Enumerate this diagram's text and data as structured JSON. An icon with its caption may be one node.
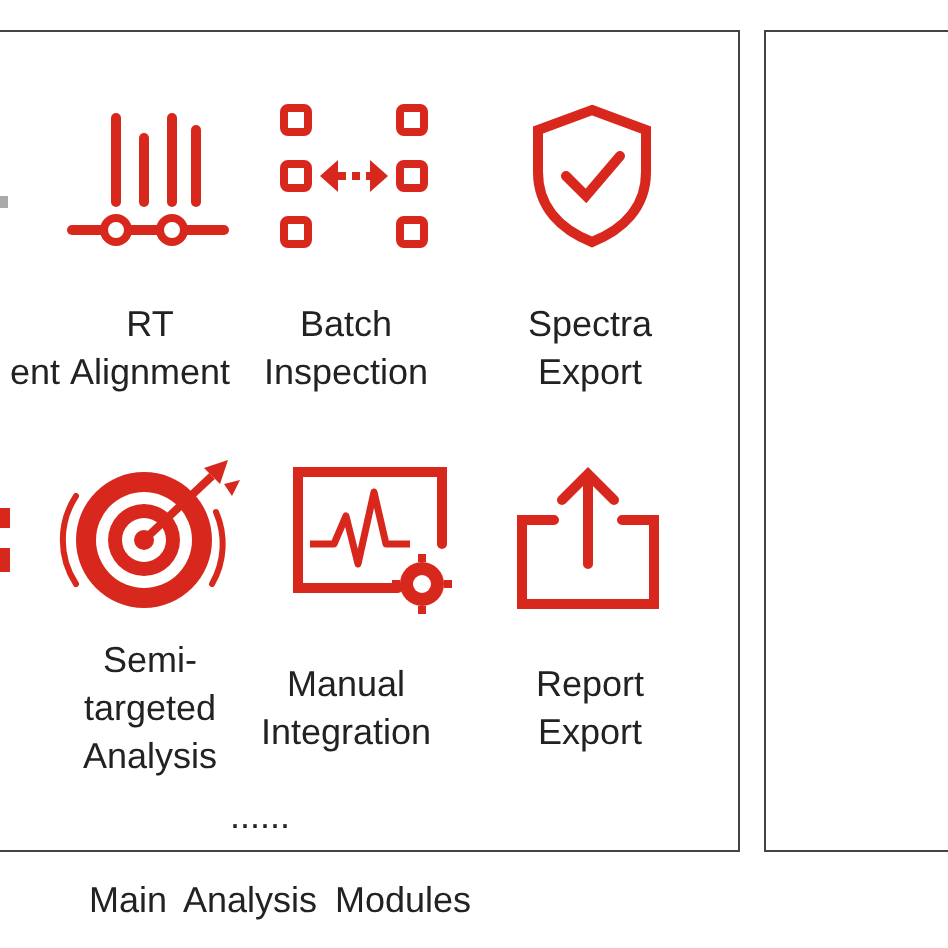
{
  "diagram": {
    "caption": "Main Analysis Modules",
    "labels": [
      "ent",
      "RT Alignment",
      "Batch Inspection",
      "Spectra Export",
      "Semi-targeted Analysis",
      "Manual Integration",
      "Report Export",
      "......"
    ]
  }
}
